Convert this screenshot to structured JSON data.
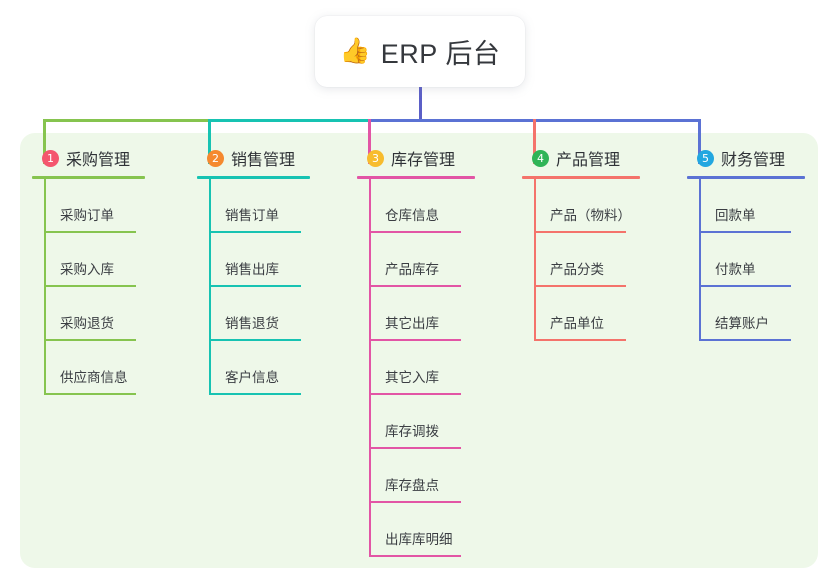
{
  "title": {
    "emoji": "👍",
    "icon_name": "thumbs-up-icon",
    "text": "ERP 后台"
  },
  "theme": {
    "panel_bg": "#eef8e9",
    "page_bg": "#ffffff",
    "card_bg": "#ffffff",
    "title_color": "#35383d",
    "root_connector": "#5b5fc7"
  },
  "columns": [
    {
      "number": "1",
      "title": "采购管理",
      "badge_color": "#f4566e",
      "line_color": "#86c44f",
      "items": [
        {
          "label": "采购订单"
        },
        {
          "label": "采购入库"
        },
        {
          "label": "采购退货"
        },
        {
          "label": "供应商信息"
        }
      ]
    },
    {
      "number": "2",
      "title": "销售管理",
      "badge_color": "#f5892f",
      "line_color": "#17c3b2",
      "items": [
        {
          "label": "销售订单"
        },
        {
          "label": "销售出库"
        },
        {
          "label": "销售退货"
        },
        {
          "label": "客户信息"
        }
      ]
    },
    {
      "number": "3",
      "title": "库存管理",
      "badge_color": "#f7bc2e",
      "line_color": "#e255a5",
      "items": [
        {
          "label": "仓库信息"
        },
        {
          "label": "产品库存"
        },
        {
          "label": "其它出库"
        },
        {
          "label": "其它入库"
        },
        {
          "label": "库存调拨"
        },
        {
          "label": "库存盘点"
        },
        {
          "label": "出库库明细"
        }
      ]
    },
    {
      "number": "4",
      "title": "产品管理",
      "badge_color": "#2fb457",
      "line_color": "#f4736b",
      "items": [
        {
          "label": "产品（物料）"
        },
        {
          "label": "产品分类"
        },
        {
          "label": "产品单位"
        }
      ]
    },
    {
      "number": "5",
      "title": "财务管理",
      "badge_color": "#22a7e0",
      "line_color": "#5b72d4",
      "items": [
        {
          "label": "回款单"
        },
        {
          "label": "付款单"
        },
        {
          "label": "结算账户"
        }
      ]
    }
  ]
}
